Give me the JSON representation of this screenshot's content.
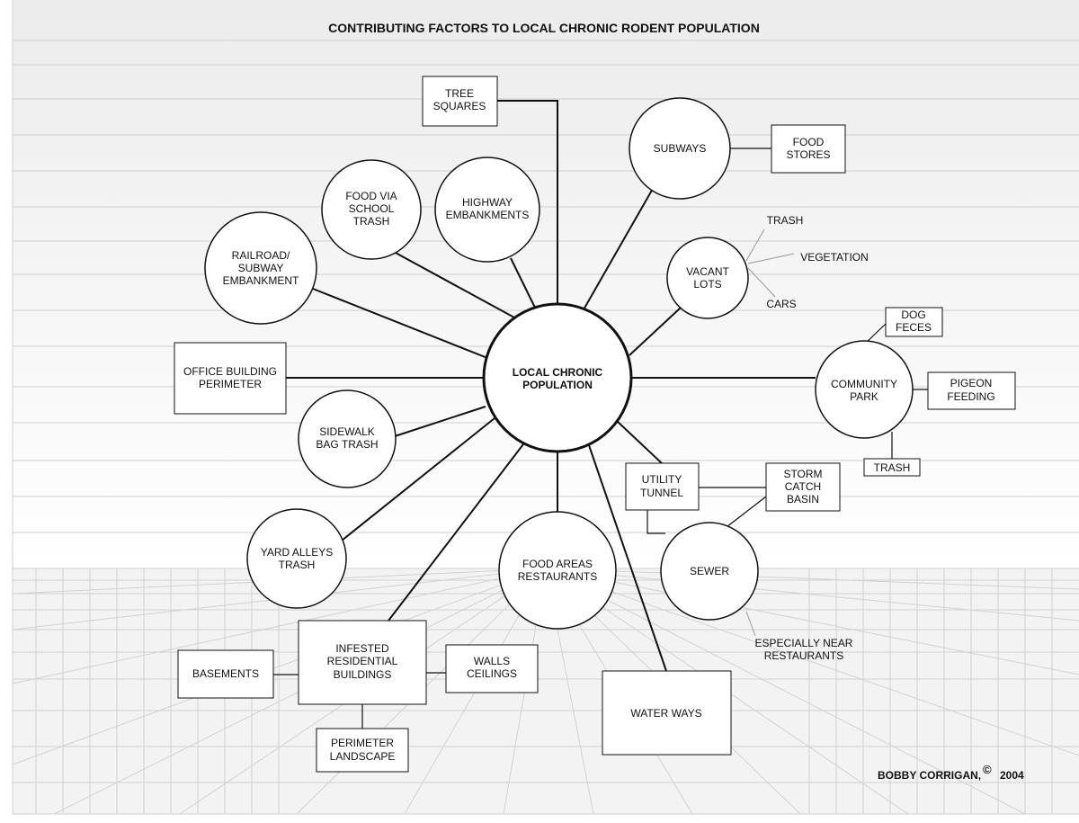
{
  "title": "CONTRIBUTING FACTORS TO LOCAL CHRONIC RODENT POPULATION",
  "center": {
    "lines": [
      "LOCAL CHRONIC",
      "POPULATION"
    ]
  },
  "nodes": [
    {
      "id": "tree-squares",
      "lines": [
        "TREE",
        "SQUARES"
      ]
    },
    {
      "id": "subways",
      "lines": [
        "SUBWAYS"
      ]
    },
    {
      "id": "food-stores",
      "lines": [
        "FOOD",
        "STORES"
      ]
    },
    {
      "id": "food-via-school-trash",
      "lines": [
        "FOOD VIA",
        "SCHOOL",
        "TRASH"
      ]
    },
    {
      "id": "highway-embankments",
      "lines": [
        "HIGHWAY",
        "EMBANKMENTS"
      ]
    },
    {
      "id": "railroad-subway-embankment",
      "lines": [
        "RAILROAD/",
        "SUBWAY",
        "EMBANKMENT"
      ]
    },
    {
      "id": "vacant-lots",
      "lines": [
        "VACANT",
        "LOTS"
      ]
    },
    {
      "id": "trash-vacant",
      "lines": [
        "TRASH"
      ]
    },
    {
      "id": "vegetation",
      "lines": [
        "VEGETATION"
      ]
    },
    {
      "id": "cars",
      "lines": [
        "CARS"
      ]
    },
    {
      "id": "office-building-perimeter",
      "lines": [
        "OFFICE BUILDING",
        "PERIMETER"
      ]
    },
    {
      "id": "dog-feces",
      "lines": [
        "DOG",
        "FECES"
      ]
    },
    {
      "id": "community-park",
      "lines": [
        "COMMUNITY",
        "PARK"
      ]
    },
    {
      "id": "pigeon-feeding",
      "lines": [
        "PIGEON",
        "FEEDING"
      ]
    },
    {
      "id": "trash-park",
      "lines": [
        "TRASH"
      ]
    },
    {
      "id": "sidewalk-bag-trash",
      "lines": [
        "SIDEWALK",
        "BAG TRASH"
      ]
    },
    {
      "id": "utility-tunnel",
      "lines": [
        "UTILITY",
        "TUNNEL"
      ]
    },
    {
      "id": "storm-catch-basin",
      "lines": [
        "STORM",
        "CATCH",
        "BASIN"
      ]
    },
    {
      "id": "sewer",
      "lines": [
        "SEWER"
      ]
    },
    {
      "id": "especially-near-restaurants",
      "lines": [
        "ESPECIALLY NEAR",
        "RESTAURANTS"
      ]
    },
    {
      "id": "yard-alleys-trash",
      "lines": [
        "YARD ALLEYS",
        "TRASH"
      ]
    },
    {
      "id": "food-areas-restaurants",
      "lines": [
        "FOOD AREAS",
        "RESTAURANTS"
      ]
    },
    {
      "id": "infested-residential-buildings",
      "lines": [
        "INFESTED",
        "RESIDENTIAL",
        "BUILDINGS"
      ]
    },
    {
      "id": "basements",
      "lines": [
        "BASEMENTS"
      ]
    },
    {
      "id": "walls-ceilings",
      "lines": [
        "WALLS",
        "CEILINGS"
      ]
    },
    {
      "id": "perimeter-landscape",
      "lines": [
        "PERIMETER",
        "LANDSCAPE"
      ]
    },
    {
      "id": "water-ways",
      "lines": [
        "WATER WAYS"
      ]
    }
  ],
  "credit": {
    "author": "BOBBY CORRIGAN,",
    "copyright": "©",
    "year": "2004"
  }
}
